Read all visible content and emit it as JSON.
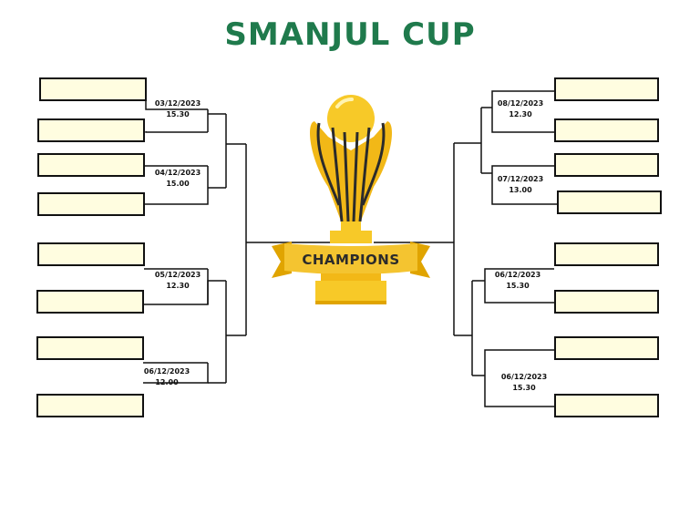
{
  "title": "SMANJUL CUP",
  "trophy": {
    "banner_text": "CHAMPIONS"
  },
  "colors": {
    "title": "#1f7a4c",
    "slot_fill": "#fffde0",
    "trophy_gold": "#f7c928",
    "banner": "#f4c430"
  },
  "left_matches": [
    {
      "date": "03/12/2023",
      "time": "15.30"
    },
    {
      "date": "04/12/2023",
      "time": "15.00"
    },
    {
      "date": "05/12/2023",
      "time": "12.30"
    },
    {
      "date": "06/12/2023",
      "time": "12.00"
    }
  ],
  "right_matches": [
    {
      "date": "08/12/2023",
      "time": "12.30"
    },
    {
      "date": "07/12/2023",
      "time": "13.00"
    },
    {
      "date": "06/12/2023",
      "time": "15.30"
    },
    {
      "date": "06/12/2023",
      "time": "15.30"
    }
  ]
}
